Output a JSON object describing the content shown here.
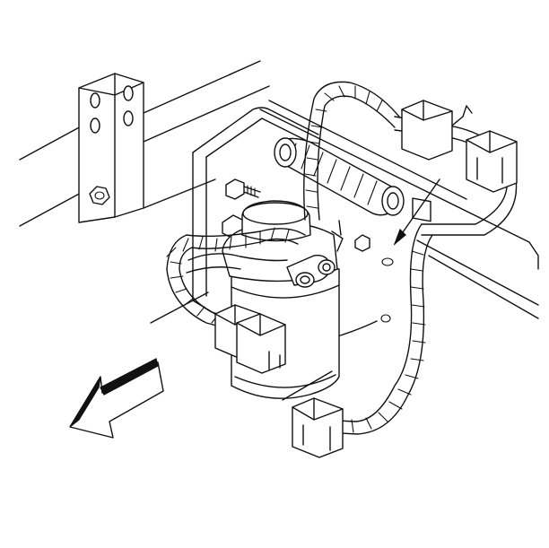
{
  "diagram": {
    "components": [
      {
        "name": "mounting-bracket",
        "hole_count": 4,
        "bolt_count": 1
      },
      {
        "name": "fuel-filter-assembly"
      },
      {
        "name": "engine-wiring-harness"
      },
      {
        "name": "harness-connectors",
        "count": 4
      },
      {
        "name": "mounting-studs",
        "count": 2
      },
      {
        "name": "direction-arrow",
        "points": "front-left"
      }
    ],
    "colors": {
      "line": "#111111",
      "background": "#ffffff"
    }
  }
}
